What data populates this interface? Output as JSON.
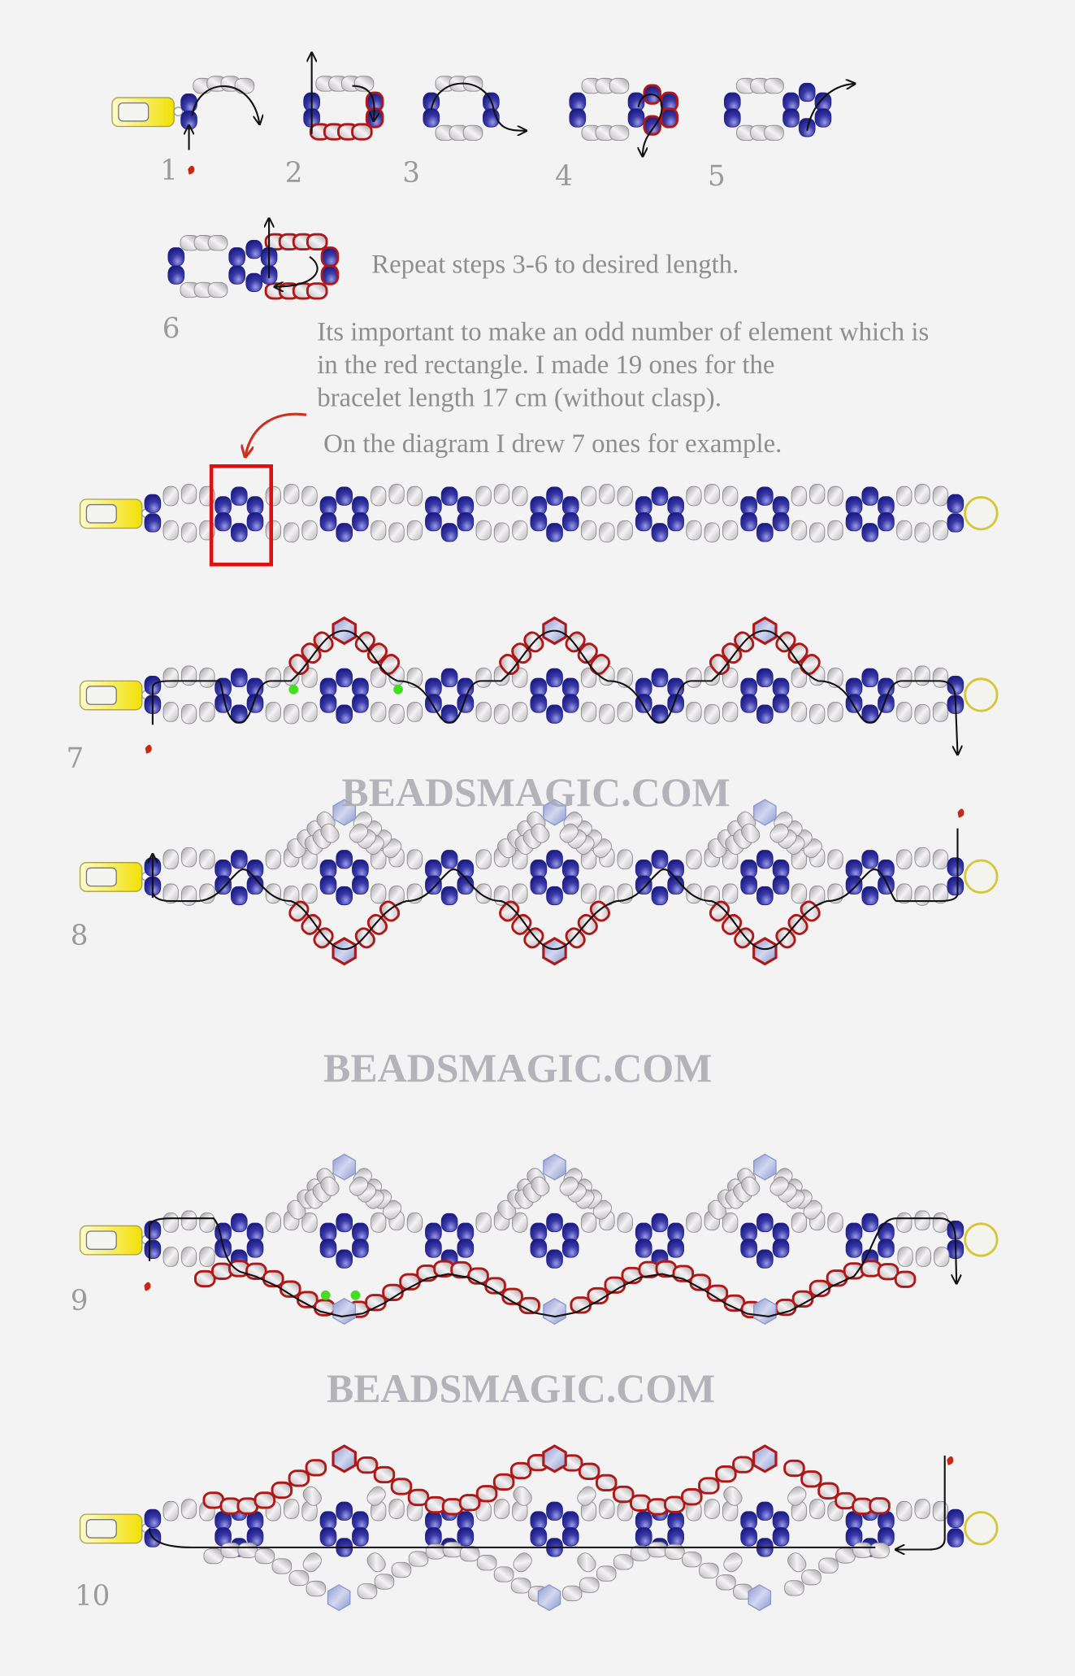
{
  "steps": {
    "labels": [
      "1",
      "2",
      "3",
      "4",
      "5",
      "6",
      "7",
      "8",
      "9",
      "10"
    ]
  },
  "instructions": {
    "repeat": "Repeat steps 3-6 to desired length.",
    "odd_line1": "Its important to make an odd number of element which is",
    "odd_line2": "in the red rectangle. I made 19 ones for the",
    "odd_line3": "bracelet length 17 cm (without clasp).",
    "example": "On the diagram I drew 7 ones for example."
  },
  "watermarks": [
    "BEADSMAGIC.COM",
    "BEADSMAGIC.COM",
    "BEADSMAGIC.COM"
  ],
  "diagram": {
    "elements_in_example": 7,
    "icons": [
      "clasp-icon",
      "ring-icon",
      "needle-tail-icon",
      "highlight-rectangle",
      "pointer-arrow"
    ]
  },
  "colors": {
    "background": "#f3f3f3",
    "blue_bead": "#1e1e8c",
    "grey_bead": "#c8c6c8",
    "bicone": "#aab4dd",
    "highlight": "#e01010",
    "red_outline": "#b01818",
    "clasp": "#f3e21a",
    "ring": "#d4c83a",
    "thread": "#111111",
    "marker": "#44dd22",
    "text": "#9a9a9a"
  }
}
